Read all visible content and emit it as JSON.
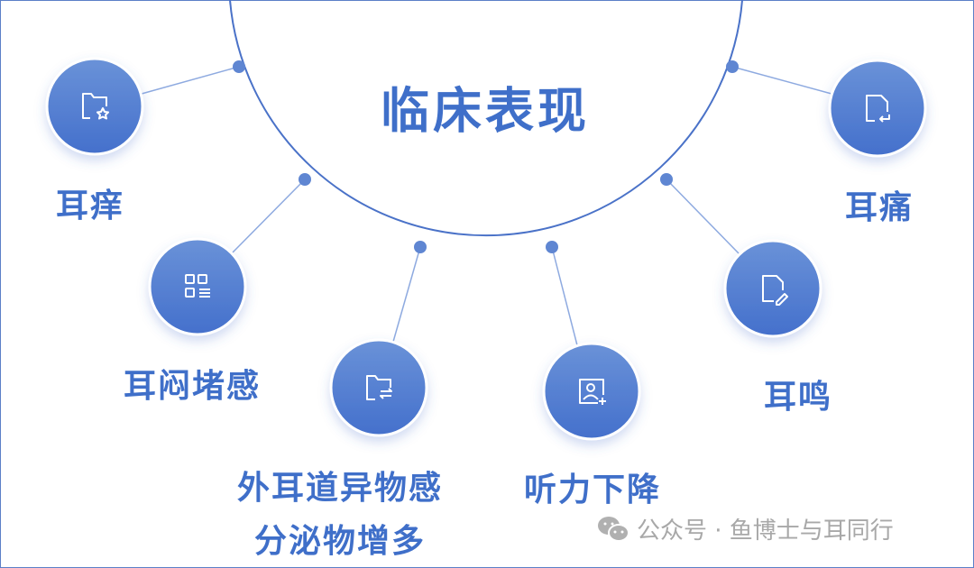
{
  "title": "临床表现",
  "accent_color": "#4a78cf",
  "nodes": [
    {
      "label": "耳痒",
      "icon": "folder-star-icon"
    },
    {
      "label": "耳闷堵感",
      "icon": "grid-list-icon"
    },
    {
      "label_lines": [
        "外耳道异物感",
        "分泌物增多"
      ],
      "icon": "folder-swap-icon"
    },
    {
      "label": "听力下降",
      "icon": "image-user-plus-icon"
    },
    {
      "label": "耳鸣",
      "icon": "file-edit-icon"
    },
    {
      "label": "耳痛",
      "icon": "file-return-icon"
    }
  ],
  "watermark": {
    "icon": "wechat-icon",
    "text": "公众号 · 鱼博士与耳同行"
  }
}
